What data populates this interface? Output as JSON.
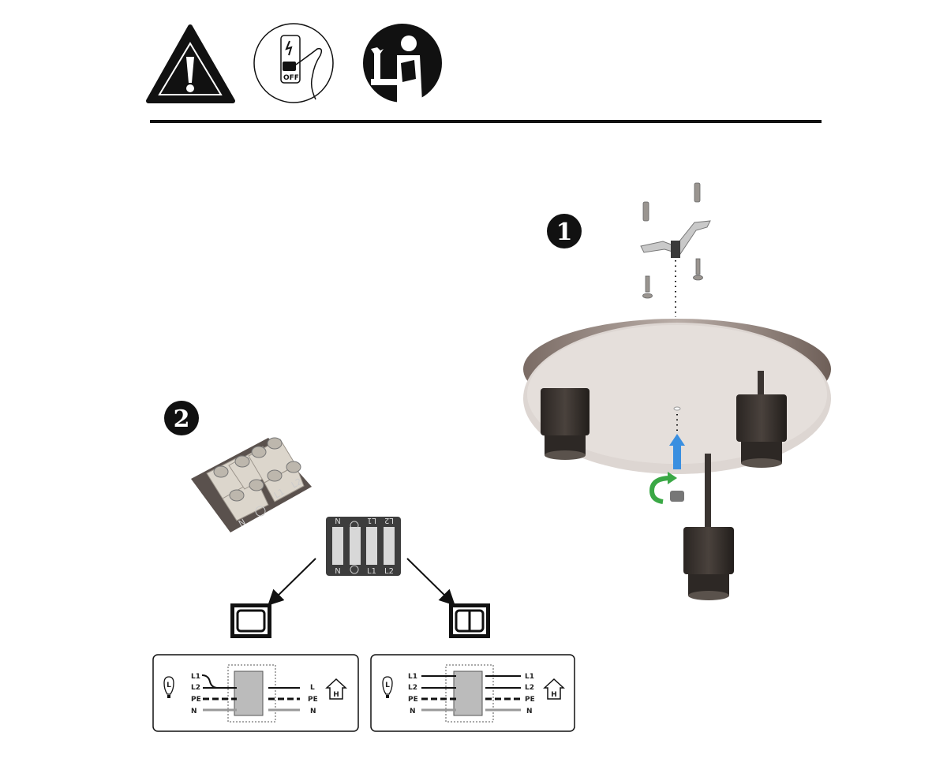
{
  "safety_icons": {
    "warning": "warning-triangle",
    "power_off": {
      "icon": "power-switch-off",
      "label": "OFF"
    },
    "read_manual": "read-manual"
  },
  "steps": {
    "step1": "1",
    "step2": "2"
  },
  "terminal_block": {
    "photo_labels": [
      "N",
      "L1",
      "L2"
    ],
    "schematic_top": [
      "N",
      "L1",
      "L2"
    ],
    "schematic_bottom": [
      "N",
      "L1",
      "L2"
    ]
  },
  "wiring_single": {
    "left": [
      "L1",
      "L2",
      "PE",
      "N"
    ],
    "right": [
      "L",
      "PE",
      "N"
    ],
    "lamp_symbol": "L",
    "house_symbol": "H"
  },
  "wiring_double": {
    "left": [
      "L1",
      "L2",
      "PE",
      "N"
    ],
    "right": [
      "L1",
      "L2",
      "PE",
      "N"
    ],
    "lamp_symbol": "L",
    "house_symbol": "H"
  },
  "colors": {
    "ink": "#111111",
    "rotate_arrow": "#3aa845",
    "lift_arrow": "#3a8fe0",
    "canopy": "#ddd6d2"
  }
}
